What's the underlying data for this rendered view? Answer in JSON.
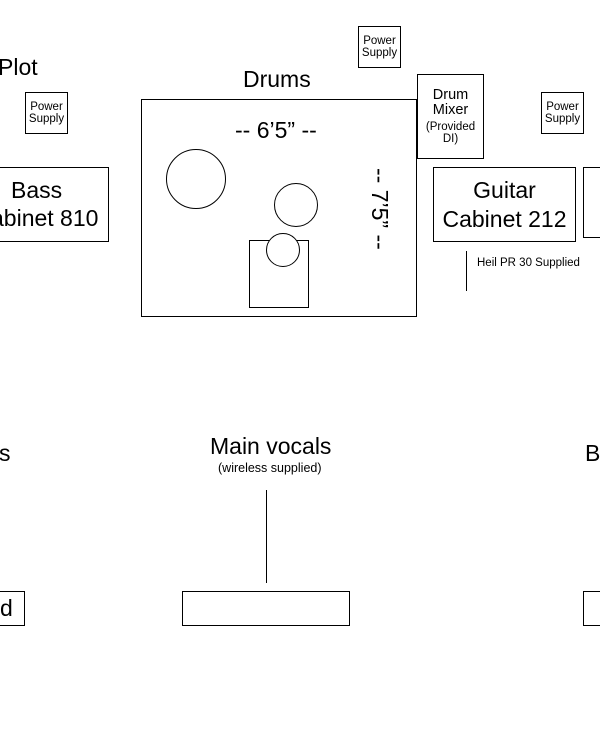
{
  "stage_plot": {
    "title_fragment": "Plot",
    "drums": {
      "label": "Drums",
      "width_label": "-- 6’5” --",
      "depth_label": "-- 7’5” --"
    },
    "power_supplies": [
      {
        "line1": "Power",
        "line2": "Supply"
      },
      {
        "line1": "Power",
        "line2": "Supply"
      },
      {
        "line1": "Power",
        "line2": "Supply"
      }
    ],
    "drum_mixer": {
      "line1": "Drum",
      "line2": "Mixer",
      "line3": "(Provided",
      "line4": "DI)"
    },
    "bass_cabinet": {
      "line1": "Bass",
      "line2": "abinet 810"
    },
    "guitar_cabinet": {
      "line1": "Guitar",
      "line2": "Cabinet 212"
    },
    "guitar_mic_note": "Heil PR 30 Supplied",
    "left_vocal_fragment": "s",
    "left_stand_fragment": "d",
    "main_vocals": {
      "label": "Main vocals",
      "note": "(wireless supplied)"
    },
    "right_vocal_fragment": "B"
  }
}
